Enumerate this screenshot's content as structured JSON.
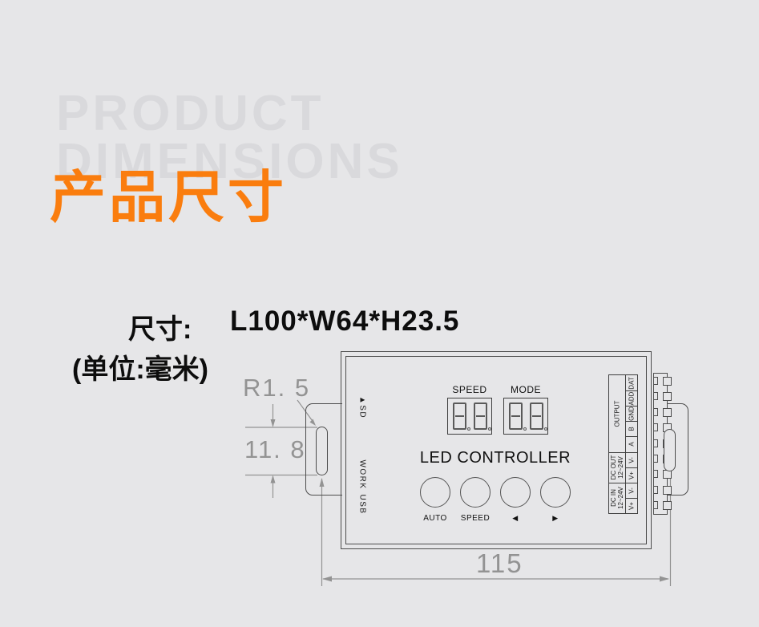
{
  "colors": {
    "background": "#e6e6e8",
    "watermark": "#d9d9dc",
    "accent_orange": "#fa7d0e",
    "drawing_line": "#4d4d4d",
    "dimension_gray": "#939393",
    "text_black": "#111111"
  },
  "header": {
    "watermark_line1": "PRODUCT",
    "watermark_line2": "DIMENSIONS",
    "title": "产品尺寸"
  },
  "spec": {
    "label": "尺寸:",
    "value": "L100*W64*H23.5",
    "unit": "(单位:毫米)"
  },
  "drawing": {
    "dims": {
      "radius": "R1. 5",
      "slot_length": "11. 8",
      "mount_spacing": "115"
    },
    "side_labels": {
      "sd": "▲SD",
      "work": "WORK",
      "usb": "USB"
    },
    "displays": {
      "speed_label": "SPEED",
      "mode_label": "MODE"
    },
    "title": "LED CONTROLLER",
    "buttons": [
      {
        "label": "AUTO"
      },
      {
        "label": "SPEED"
      },
      {
        "label": "◀"
      },
      {
        "label": "▶"
      }
    ],
    "terminal": {
      "groups": [
        {
          "line1": "OUTPUT",
          "line2": ""
        },
        {
          "line1": "DC OUT",
          "line2": "12~24V"
        },
        {
          "line1": "DC IN",
          "line2": "12~24V"
        }
      ],
      "pins": [
        "DAT",
        "ADD",
        "GND",
        "B",
        "A",
        "V-",
        "V+",
        "V-",
        "V+"
      ]
    }
  }
}
